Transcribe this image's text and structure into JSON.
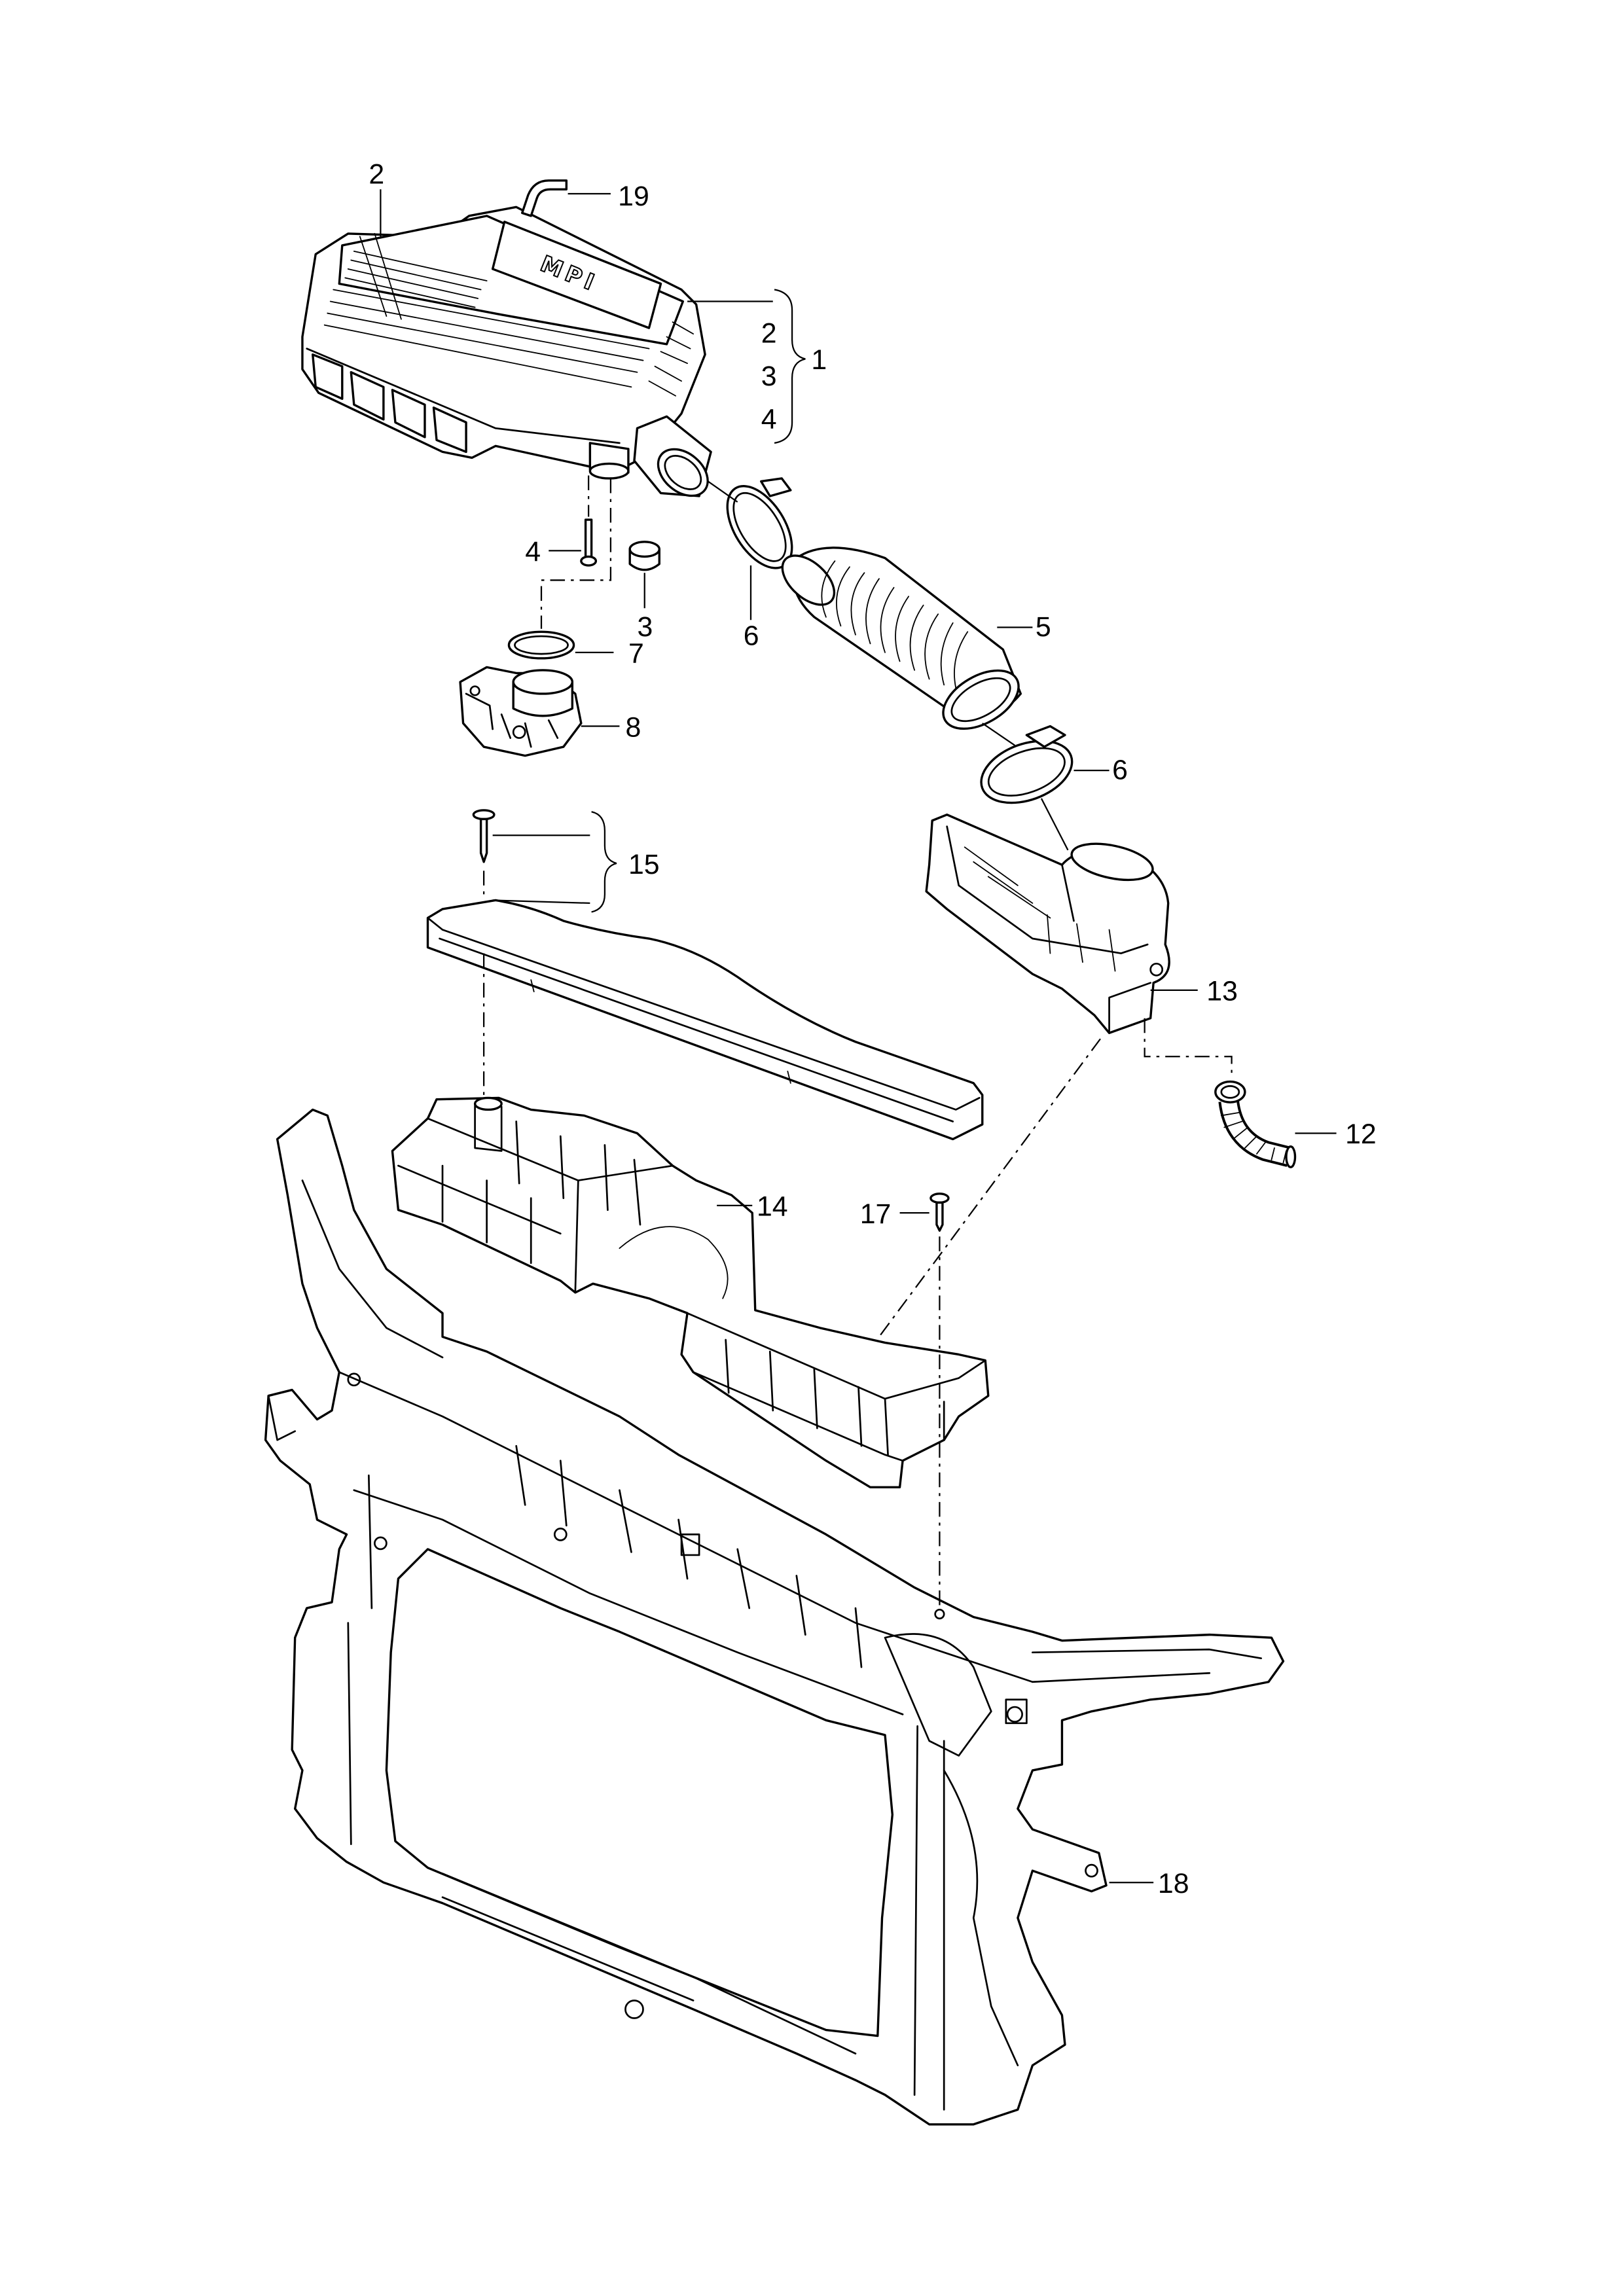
{
  "callouts": [
    "2",
    "19",
    "2",
    "3",
    "4",
    "1",
    "4",
    "3",
    "6",
    "5",
    "7",
    "8",
    "6",
    "15",
    "13",
    "12",
    "14",
    "17",
    "18"
  ],
  "air_box_logo": "MPI"
}
